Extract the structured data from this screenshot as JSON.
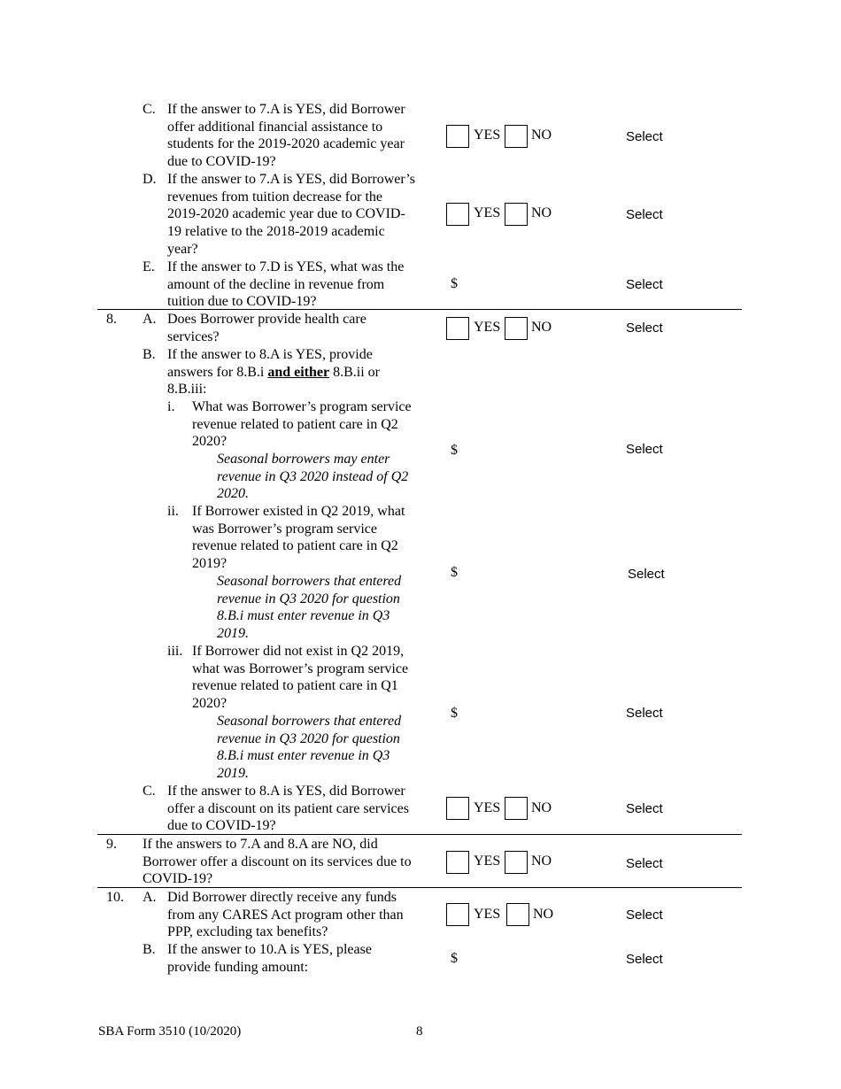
{
  "rows": {
    "q7c": {
      "letter": "C.",
      "lines": [
        "If the answer to 7.A is YES, did Borrower",
        "offer additional financial assistance to",
        "students for the 2019-2020 academic year",
        "due to COVID-19?"
      ],
      "yes": "YES",
      "no": "NO",
      "select": "Select"
    },
    "q7d": {
      "letter": "D.",
      "lines": [
        "If the answer to 7.A is YES, did Borrower’s",
        "revenues from tuition decrease for the",
        "2019-2020 academic year due to COVID-",
        "19 relative to the 2018-2019 academic",
        "year?"
      ],
      "yes": "YES",
      "no": "NO",
      "select": "Select"
    },
    "q7e": {
      "letter": "E.",
      "lines": [
        "If the answer to 7.D is YES, what was the",
        "amount of the decline in revenue from",
        "tuition due to COVID-19?"
      ],
      "currency": "$",
      "select": "Select"
    },
    "q8a": {
      "number": "8.",
      "letter": "A.",
      "lines": [
        "Does Borrower provide health care",
        "services?"
      ],
      "yes": "YES",
      "no": "NO",
      "select": "Select"
    },
    "q8b": {
      "letter": "B.",
      "line1": "If the answer to 8.A is YES, provide",
      "line2_pre": "answers for 8.B.i ",
      "line2_bold": "and either",
      "line2_post": " 8.B.ii or",
      "line3": "8.B.iii:"
    },
    "q8bi": {
      "roman": "i.",
      "lines": [
        "What was Borrower’s program service",
        "revenue related to patient care in Q2",
        "2020?"
      ],
      "note": [
        "Seasonal borrowers may enter",
        "revenue in Q3 2020 instead of Q2",
        "2020."
      ],
      "currency": "$",
      "select": "Select"
    },
    "q8bii": {
      "roman": "ii.",
      "lines": [
        "If Borrower existed in Q2 2019, what",
        "was Borrower’s program service",
        "revenue related to patient care in Q2",
        "2019?"
      ],
      "note": [
        "Seasonal borrowers that entered",
        "revenue in Q3 2020 for question",
        "8.B.i must enter revenue in Q3",
        "2019."
      ],
      "currency": "$",
      "select": "Select"
    },
    "q8biii": {
      "roman": "iii.",
      "lines": [
        "If Borrower did not exist in Q2 2019,",
        "what was Borrower’s program service",
        "revenue related to patient care in Q1",
        "2020?"
      ],
      "note": [
        "Seasonal borrowers that entered",
        "revenue in Q3 2020 for question",
        "8.B.i must enter revenue in Q3",
        "2019."
      ],
      "currency": "$",
      "select": "Select"
    },
    "q8c": {
      "letter": "C.",
      "lines": [
        "If the answer to 8.A is YES, did Borrower",
        "offer a discount on its patient care services",
        "due to COVID-19?"
      ],
      "yes": "YES",
      "no": "NO",
      "select": "Select"
    },
    "q9": {
      "number": "9.",
      "lines": [
        "If the answers to 7.A and 8.A are NO, did",
        "Borrower offer a discount on its services due to",
        "COVID-19?"
      ],
      "yes": "YES",
      "no": "NO",
      "select": "Select"
    },
    "q10a": {
      "number": "10.",
      "letter": "A.",
      "lines": [
        "Did Borrower directly receive any funds",
        "from any CARES Act program other than",
        "PPP, excluding tax benefits?"
      ],
      "yes": "YES",
      "no": "NO",
      "select": "Select"
    },
    "q10b": {
      "letter": "B.",
      "lines": [
        "If the answer to 10.A is YES, please",
        "provide funding amount:"
      ],
      "currency": "$",
      "select": "Select"
    }
  },
  "footer": {
    "form": "SBA Form 3510 (10/2020)",
    "page": "8"
  }
}
